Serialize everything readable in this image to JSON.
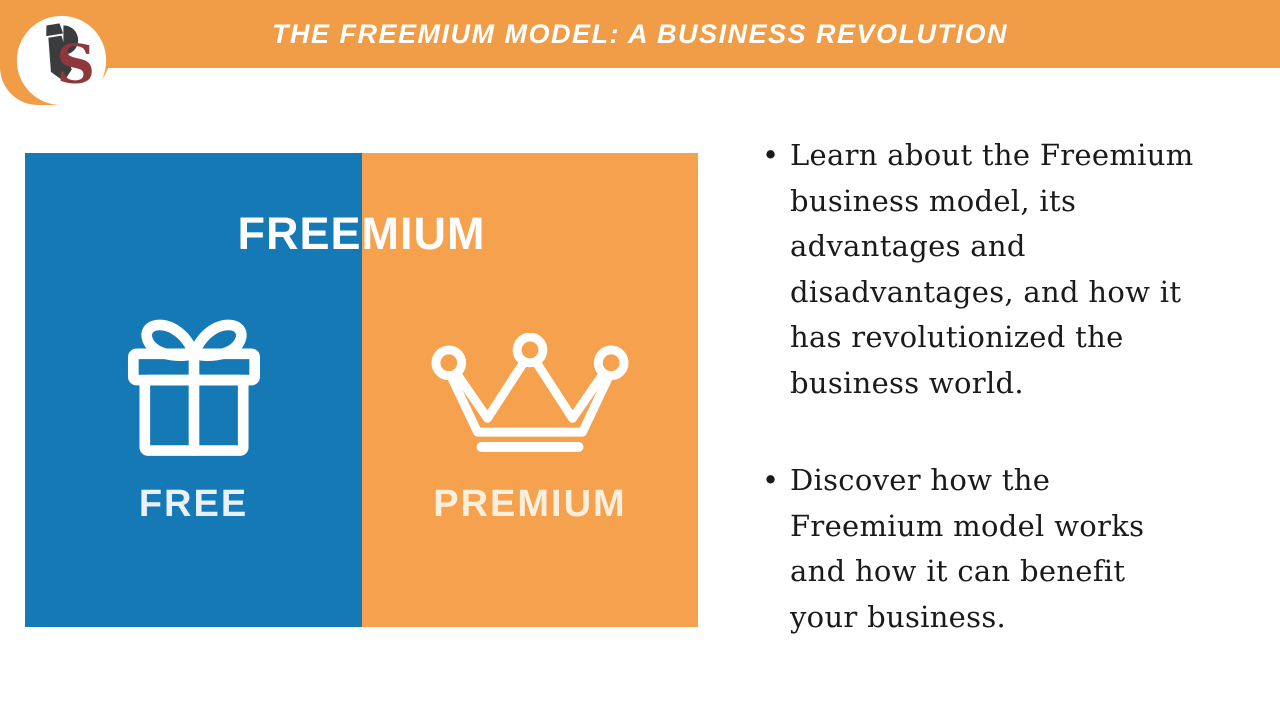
{
  "header": {
    "title": "THE FREEMIUM MODEL: A BUSINESS REVOLUTION",
    "bg_color": "#F19C46",
    "logo": {
      "letter_s": "S",
      "icons": [
        "tie-icon",
        "p-bowl-shape"
      ],
      "s_color": "#8E383C",
      "tie_color": "#3A3C3E",
      "circle_color": "#FFFFFF"
    }
  },
  "infographic": {
    "heading": "FREEMIUM",
    "heading_color": "#FDFDFD",
    "free_panel": {
      "label": "FREE",
      "bg_color": "#1579B6",
      "label_color": "#E8F1F8",
      "icon": "gift-icon",
      "icon_color": "#FFFFFF"
    },
    "premium_panel": {
      "label": "PREMIUM",
      "bg_color": "#F5A14D",
      "label_color": "#F9EFDC",
      "icon": "crown-icon",
      "icon_color": "#FFFFFF"
    }
  },
  "bullets": {
    "marker": "•",
    "text_color": "#1A1A1A",
    "items": [
      {
        "text": "Learn about the Freemium\nbusiness model, its\nadvantages and\ndisadvantages, and how it\nhas revolutionized the\nbusiness world."
      },
      {
        "text": "Discover how the\nFreemium model works\nand how it can benefit\nyour business."
      }
    ]
  }
}
